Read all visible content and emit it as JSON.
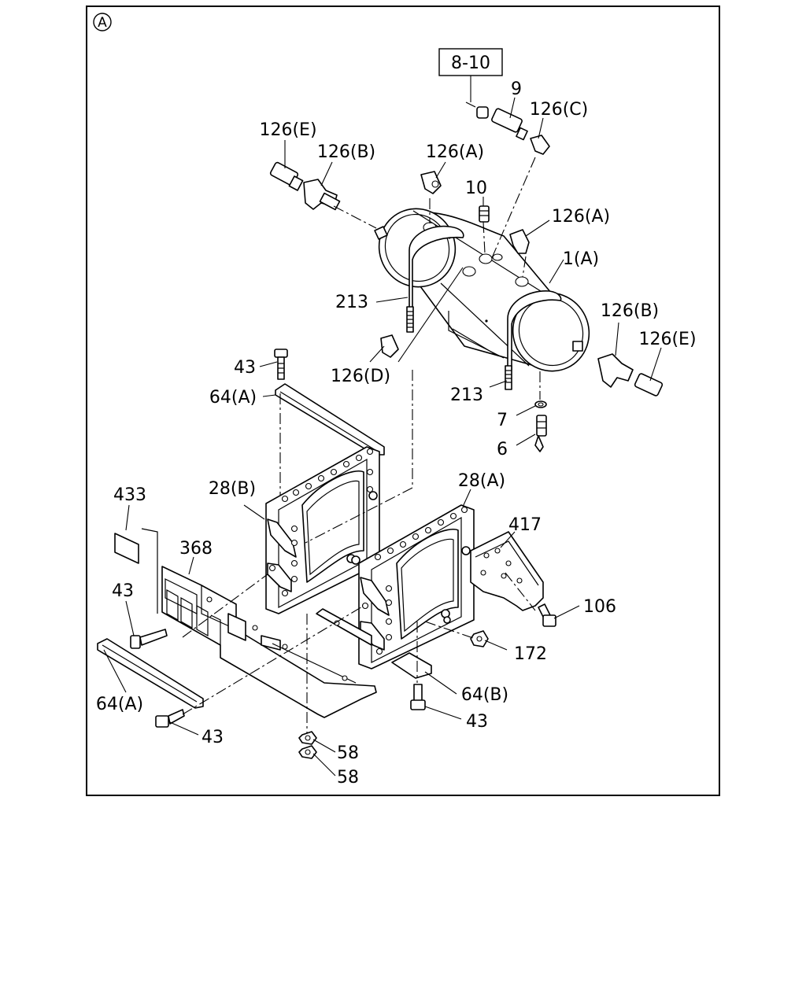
{
  "frame_marker": "A",
  "callouts": {
    "c_8_10": "8-10",
    "c_9": "9",
    "c_126C": "126(C)",
    "c_126E_top": "126(E)",
    "c_126B_top": "126(B)",
    "c_126A_top": "126(A)",
    "c_10": "10",
    "c_126A_right": "126(A)",
    "c_1A": "1(A)",
    "c_213_top": "213",
    "c_126B_right": "126(B)",
    "c_126E_right": "126(E)",
    "c_43_top": "43",
    "c_126D": "126(D)",
    "c_64A_top": "64(A)",
    "c_213_bottom": "213",
    "c_7": "7",
    "c_6": "6",
    "c_28B": "28(B)",
    "c_28A": "28(A)",
    "c_433": "433",
    "c_417": "417",
    "c_368": "368",
    "c_43_left": "43",
    "c_106": "106",
    "c_172": "172",
    "c_64A_bottom": "64(A)",
    "c_64B": "64(B)",
    "c_43_bottom_mid": "43",
    "c_43_bottom_left": "43",
    "c_58_top": "58",
    "c_58_bottom": "58"
  }
}
